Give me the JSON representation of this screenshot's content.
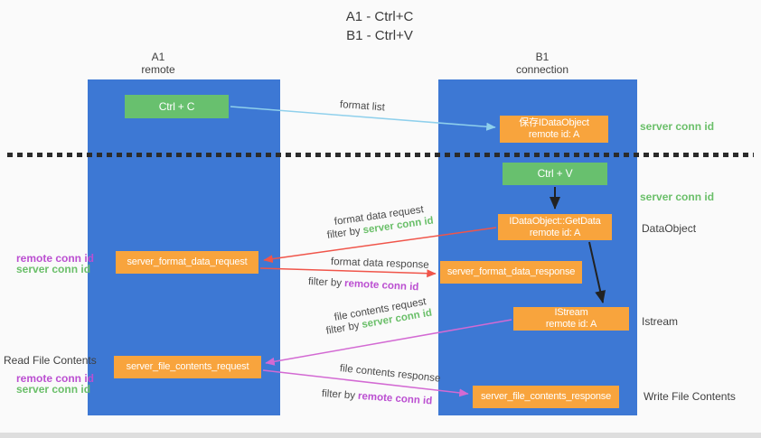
{
  "title": {
    "line1": "A1 - Ctrl+C",
    "line2": "B1 - Ctrl+V"
  },
  "lanes": {
    "left": {
      "name": "A1",
      "subtitle": "remote"
    },
    "right": {
      "name": "B1",
      "subtitle": "connection"
    }
  },
  "nodes": {
    "ctrl_c": "Ctrl + C",
    "ctrl_v": "Ctrl + V",
    "save_dataobject": {
      "line1": "保存IDataObject",
      "line2": "remote id: A"
    },
    "getdata": {
      "line1": "IDataObject::GetData",
      "line2": "remote id: A"
    },
    "istream": {
      "line1": "IStream",
      "line2": "remote id: A"
    },
    "fmt_req": "server_format_data_request",
    "fmt_resp": "server_format_data_response",
    "file_req": "server_file_contents_request",
    "file_resp": "server_file_contents_response"
  },
  "side_labels": {
    "server_conn_top": "server conn id",
    "server_conn_mid": "server conn id",
    "dataobject": "DataObject",
    "istream": "Istream",
    "read_file": "Read File Contents",
    "write_file": "Write File Contents",
    "fmt_remote_conn": "remote conn id",
    "fmt_server_conn": "server conn id",
    "file_remote_conn": "remote conn id",
    "file_server_conn": "server conn id"
  },
  "arrow_labels": {
    "format_list": "format list",
    "fmt_req": {
      "text": "format data request",
      "filter": "filter by",
      "conn": "server conn id"
    },
    "fmt_resp": {
      "text": "format data response",
      "filter": "filter by",
      "conn": "remote conn id"
    },
    "file_req": {
      "text": "file contents request",
      "filter": "filter by",
      "conn": "server conn id"
    },
    "file_resp": {
      "text": "file contents response",
      "filter": "filter by",
      "conn": "remote conn id"
    }
  },
  "colors": {
    "lane_fill": "#3d78d4",
    "green_box": "#68c06e",
    "orange_box": "#f8a43d",
    "arrow_blue": "#8fd0ec",
    "arrow_red": "#f0554a",
    "arrow_magenta": "#d36ad3",
    "arrow_black": "#222222",
    "green_text": "#6abf69",
    "magenta_text": "#bb4fd1",
    "background": "#fafafa"
  }
}
